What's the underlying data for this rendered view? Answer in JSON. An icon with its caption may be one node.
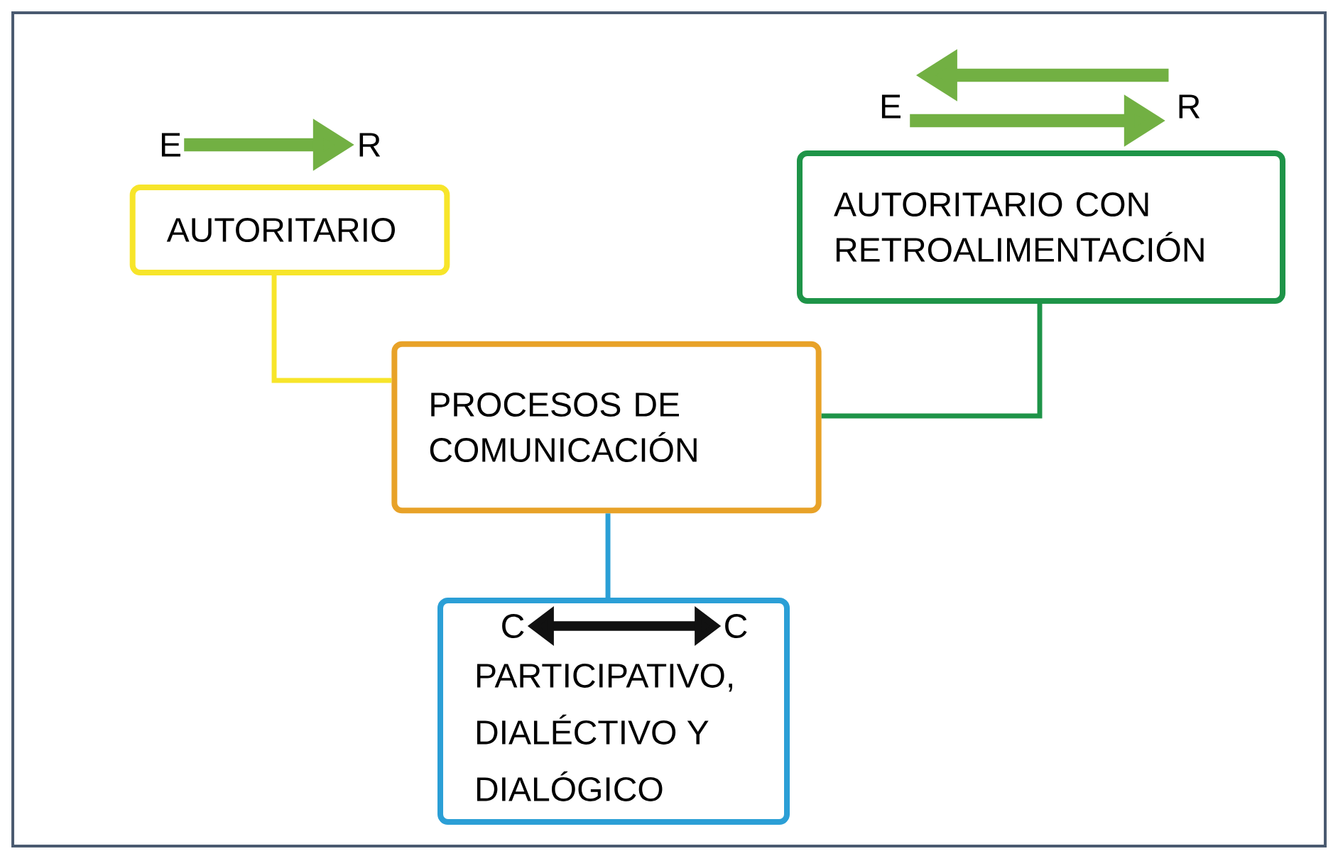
{
  "diagram": {
    "nodes": [
      {
        "text": [
          "E"
        ]
      },
      {
        "text": [
          "R"
        ]
      },
      {
        "text": [
          "E"
        ]
      },
      {
        "text": [
          "R"
        ]
      },
      {
        "text": [
          "AUTORITARIO"
        ]
      },
      {
        "text": [
          "AUTORITARIO CON RETROALIMENTACIÓN"
        ]
      },
      {
        "text": [
          "PROCESOS DE COMUNICACIÓN"
        ]
      },
      {
        "text": [
          "PARTICIPATIVO, DIALÉCTIVO Y DIALÓGICO"
        ]
      },
      {
        "text": [
          "C"
        ],
        "in": 7
      },
      {
        "text": [
          "C"
        ],
        "in": 7
      }
    ],
    "edges": [
      {
        "from": 0,
        "to": 1,
        "arrow": "to",
        "color": "#72b043"
      },
      {
        "from": 3,
        "to": 2,
        "arrow": "to",
        "color": "#72b043"
      },
      {
        "from": 2,
        "to": 3,
        "arrow": "to",
        "color": "#72b043"
      },
      {
        "from": 4,
        "to": 6,
        "arrow": "none",
        "color": "#f7e52a"
      },
      {
        "from": 5,
        "to": 6,
        "arrow": "none",
        "color": "#1e9448"
      },
      {
        "from": 6,
        "to": 7,
        "arrow": "none",
        "color": "#2b9fd6"
      },
      {
        "from": 8,
        "to": 9,
        "arrow": "both",
        "color": "#111111"
      }
    ]
  }
}
